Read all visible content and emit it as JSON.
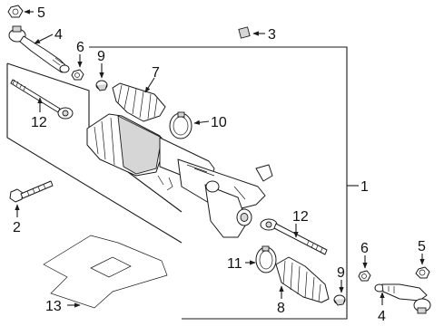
{
  "callouts": {
    "c1": "1",
    "c2": "2",
    "c3": "3",
    "c4_top": "4",
    "c4_bottom": "4",
    "c5_top": "5",
    "c5_bottom": "5",
    "c6_top": "6",
    "c6_bottom": "6",
    "c7": "7",
    "c8": "8",
    "c9_top": "9",
    "c9_bottom": "9",
    "c10": "10",
    "c11": "11",
    "c12_left": "12",
    "c12_right": "12",
    "c13": "13"
  }
}
